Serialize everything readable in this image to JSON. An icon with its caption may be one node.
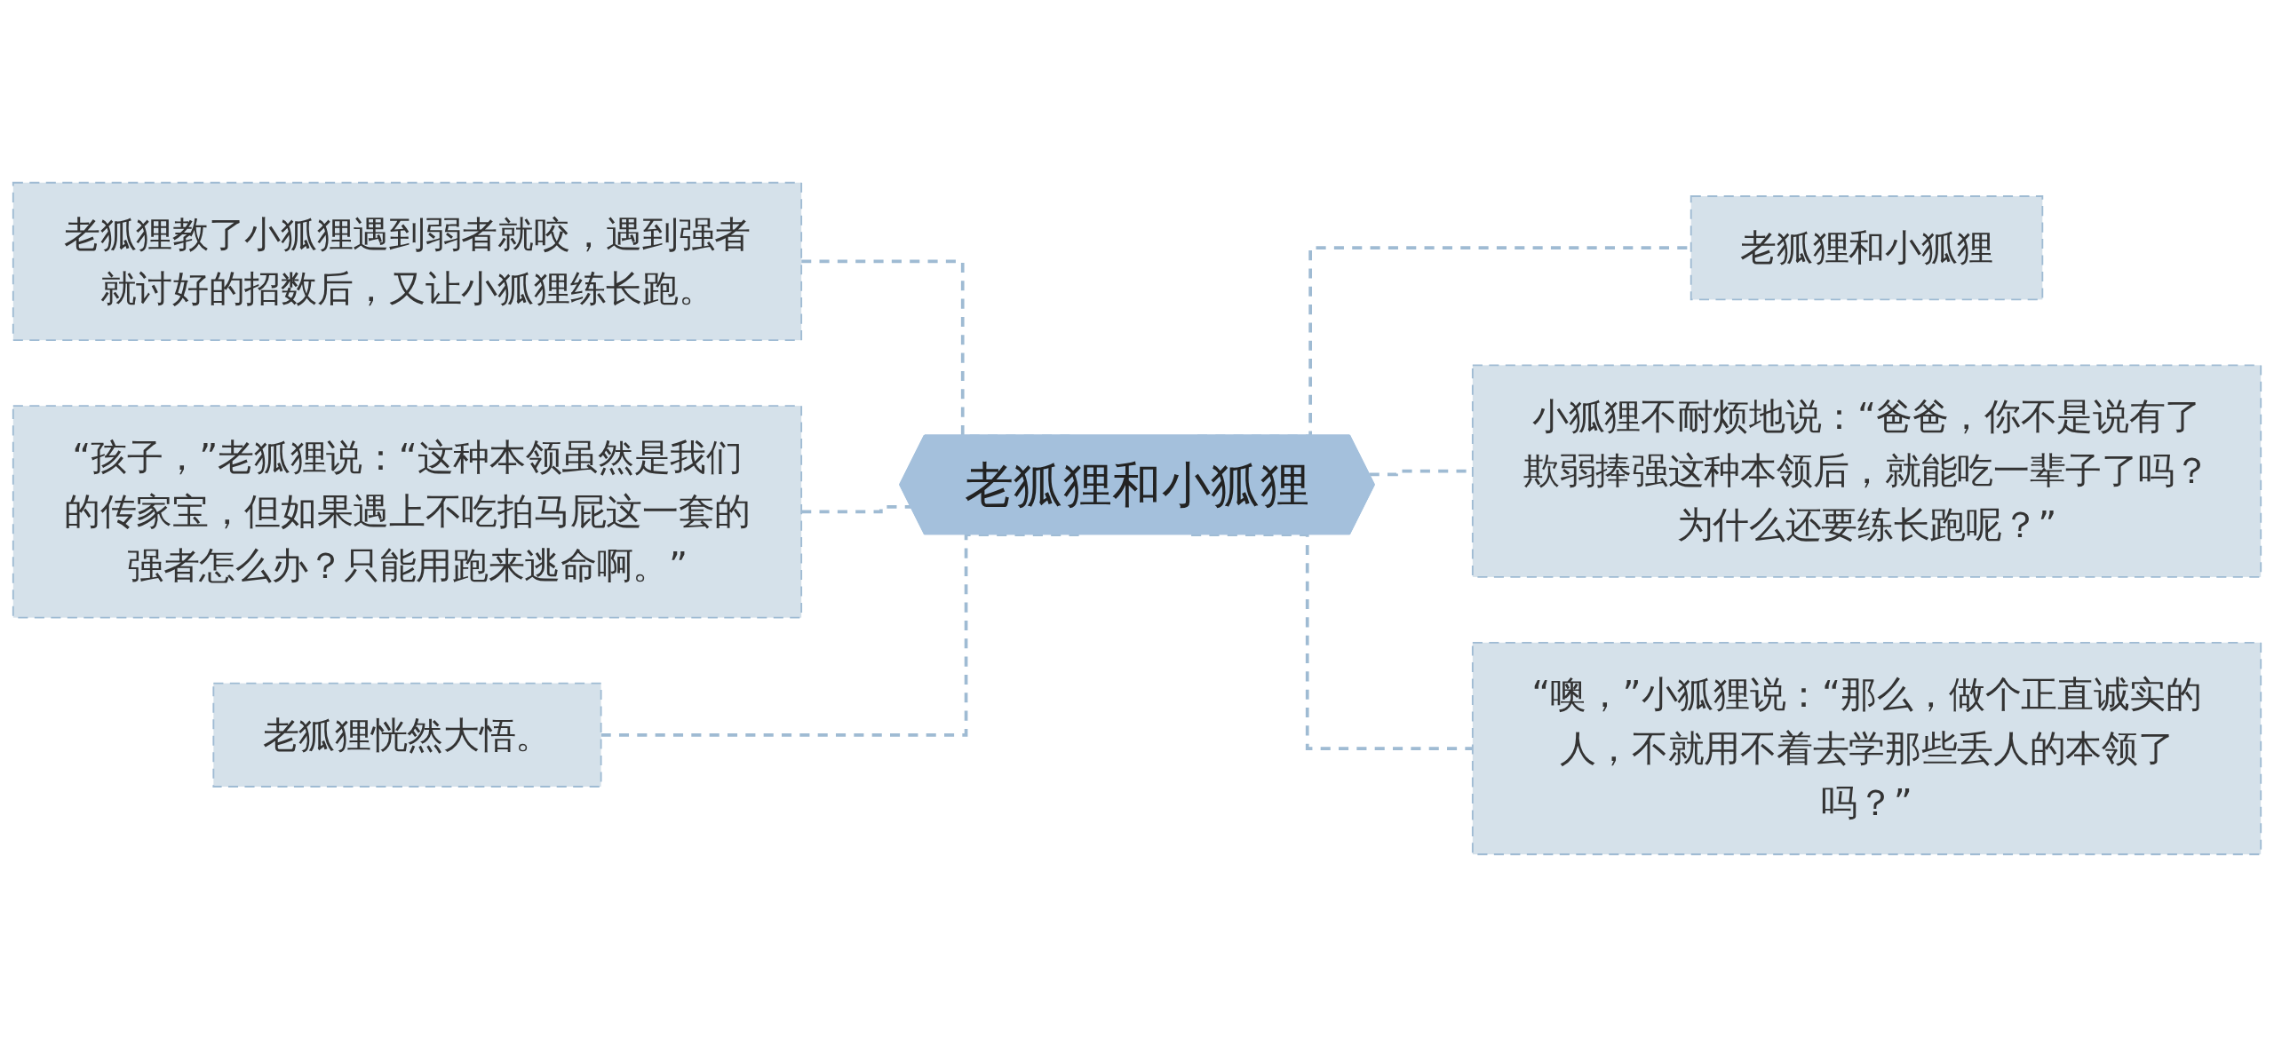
{
  "diagram": {
    "nodes": [
      {
        "text": [
          "老狐狸和小狐狸"
        ]
      },
      {
        "text": [
          "老狐狸教了小狐狸遇到弱者就咬，遇到强者就讨好的招数后，又让小狐狸练长跑。"
        ]
      },
      {
        "text": [
          "“孩子，”老狐狸说：“这种本领虽然是我们的传家宝，但如果遇上不吃拍马屁这一套的强者怎么办？只能用跑来逃命啊。”"
        ]
      },
      {
        "text": [
          "老狐狸恍然大悟。"
        ]
      },
      {
        "text": [
          "老狐狸和小狐狸"
        ]
      },
      {
        "text": [
          "小狐狸不耐烦地说：“爸爸，你不是说有了欺弱捧强这种本领后，就能吃一辈子了吗？为什么还要练长跑呢？”"
        ]
      },
      {
        "text": [
          "“噢，”小狐狸说：“那么，做个正直诚实的人，不就用不着去学那些丢人的本领了吗？”"
        ]
      }
    ],
    "edges": [
      {
        "from": 0,
        "to": 1,
        "arrow": "none",
        "style": "dashed"
      },
      {
        "from": 0,
        "to": 2,
        "arrow": "none",
        "style": "dashed"
      },
      {
        "from": 0,
        "to": 3,
        "arrow": "none",
        "style": "dashed"
      },
      {
        "from": 0,
        "to": 4,
        "arrow": "none",
        "style": "dashed"
      },
      {
        "from": 0,
        "to": 5,
        "arrow": "none",
        "style": "dashed"
      },
      {
        "from": 0,
        "to": 6,
        "arrow": "none",
        "style": "dashed"
      }
    ]
  }
}
